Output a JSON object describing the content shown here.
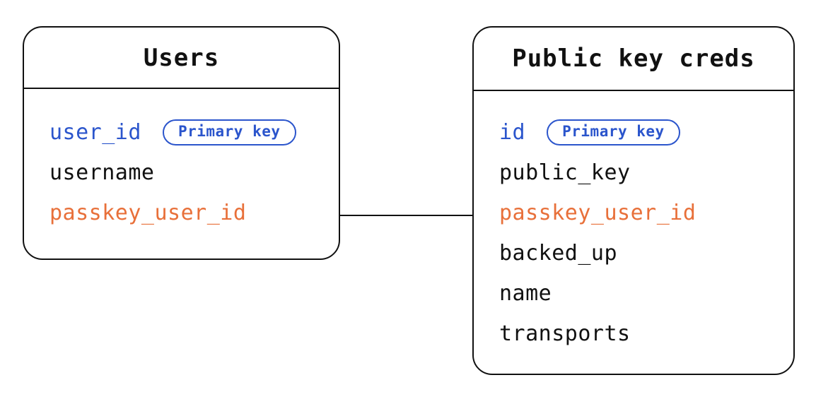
{
  "diagram": {
    "background": "#ffffff",
    "stroke_color": "#111111",
    "accent_blue": "#2B55CC",
    "accent_orange": "#E8703A",
    "tables": [
      {
        "title": "Users",
        "fields": [
          {
            "label": "user_id",
            "emphasis": "blue",
            "badge": "Primary key"
          },
          {
            "label": "username",
            "emphasis": "none",
            "badge": null
          },
          {
            "label": "passkey_user_id",
            "emphasis": "orange",
            "badge": null
          }
        ]
      },
      {
        "title": "Public key creds",
        "fields": [
          {
            "label": "id",
            "emphasis": "blue",
            "badge": "Primary key"
          },
          {
            "label": "public_key",
            "emphasis": "none",
            "badge": null
          },
          {
            "label": "passkey_user_id",
            "emphasis": "orange",
            "badge": null
          },
          {
            "label": "backed_up",
            "emphasis": "none",
            "badge": null
          },
          {
            "label": "name",
            "emphasis": "none",
            "badge": null
          },
          {
            "label": "transports",
            "emphasis": "none",
            "badge": null
          }
        ]
      }
    ],
    "relationship": {
      "from_table": "Users",
      "from_field": "passkey_user_id",
      "to_table": "Public key creds",
      "to_field": "passkey_user_id"
    }
  }
}
